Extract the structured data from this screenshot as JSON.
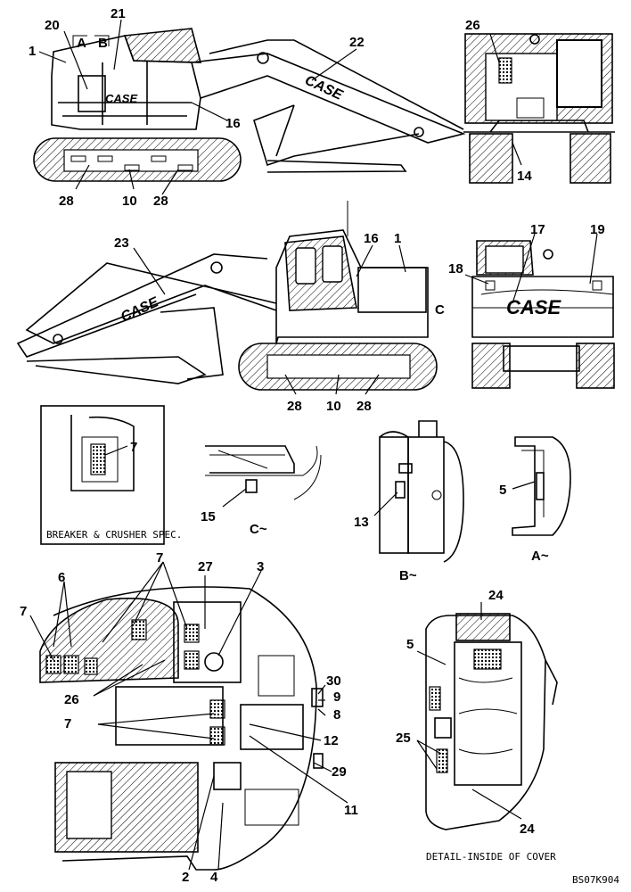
{
  "figure": {
    "view_labels": {
      "a": "A",
      "b": "B",
      "c": "C"
    },
    "captions": {
      "breaker": "BREAKER & CRUSHER SPEC.",
      "view_c": "C~",
      "view_b": "B~",
      "view_a": "A~",
      "detail_cover": "DETAIL-INSIDE OF COVER",
      "ref_code": "BS07K904"
    },
    "brand": "CASE",
    "callouts": {
      "c1": "1",
      "c20": "20",
      "c21": "21",
      "c22": "22",
      "c16": "16",
      "c28a": "28",
      "c10": "10",
      "c28b": "28",
      "c26": "26",
      "c14": "14",
      "c23": "23",
      "c16b": "16",
      "c1b": "1",
      "c28c": "28",
      "c10b": "10",
      "c28d": "28",
      "c17": "17",
      "c19": "19",
      "c18": "18",
      "c7a": "7",
      "c15": "15",
      "c13": "13",
      "c5a": "5",
      "c7b": "7",
      "c27": "27",
      "c3": "3",
      "c6": "6",
      "c7c": "7",
      "c26b": "26",
      "c30": "30",
      "c9": "9",
      "c8": "8",
      "c7d": "7",
      "c12": "12",
      "c29": "29",
      "c11": "11",
      "c2": "2",
      "c4": "4",
      "c24a": "24",
      "c5b": "5",
      "c25": "25",
      "c24b": "24"
    }
  }
}
